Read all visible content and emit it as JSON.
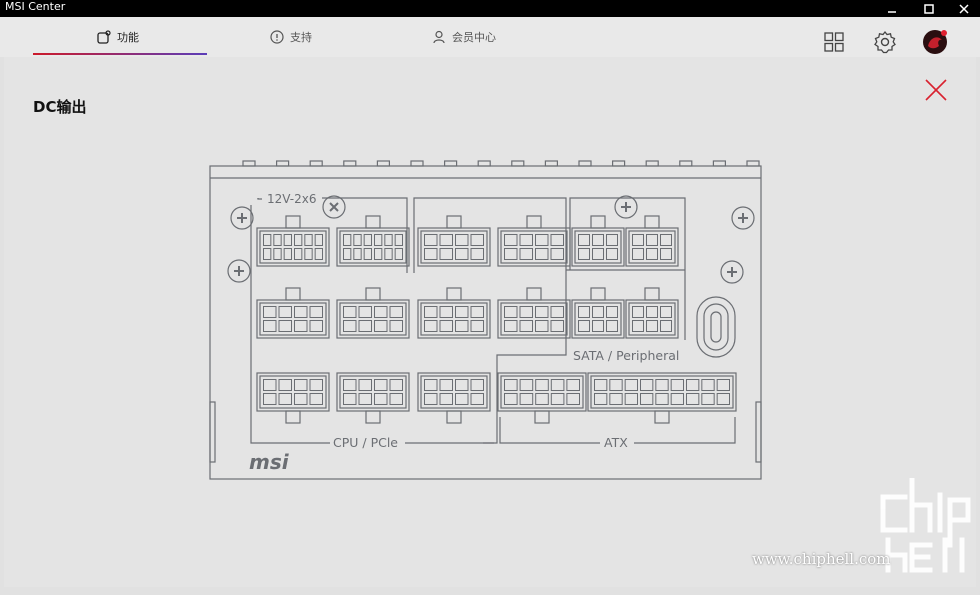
{
  "window": {
    "title": "MSI Center"
  },
  "tabs": [
    {
      "label": "功能",
      "active": true
    },
    {
      "label": "支持",
      "active": false
    },
    {
      "label": "会员中心",
      "active": false
    }
  ],
  "page": {
    "title": "DC输出"
  },
  "diagram": {
    "label_12v": "12V-2x6",
    "label_cpu": "CPU / PCle",
    "label_sata": "SATA / Peripheral",
    "label_atx": "ATX",
    "logo": "msi"
  },
  "watermark": {
    "url": "www.chiphell.com"
  },
  "colors": {
    "accent_red": "#d9212f",
    "line": "#6b6e73"
  }
}
